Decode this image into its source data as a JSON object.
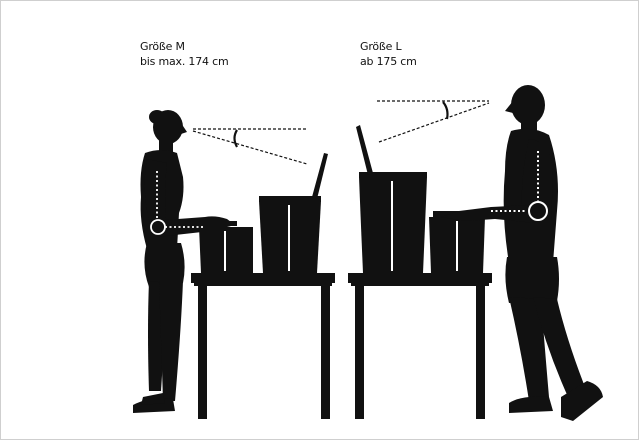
{
  "size_m": {
    "title": "Größe M",
    "range": "bis max. 174 cm"
  },
  "size_l": {
    "title": "Größe L",
    "range": "ab 175 cm"
  },
  "colors": {
    "silhouette": "#111111",
    "background": "#ffffff",
    "indicator": "#ffffff"
  }
}
